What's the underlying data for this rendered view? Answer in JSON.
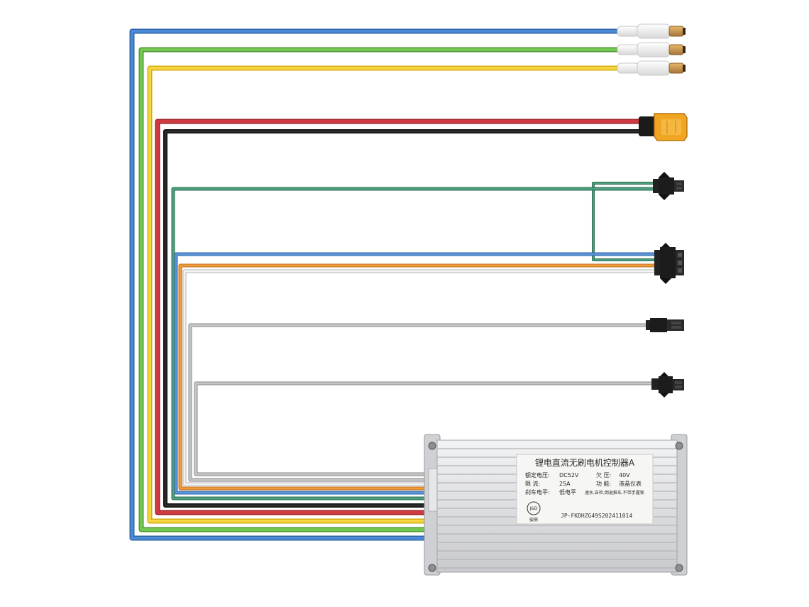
{
  "product": {
    "title": "锂电直流无刷电机控制器A",
    "rated_voltage_label": "额定电压:",
    "rated_voltage_value": "DC52V",
    "undervoltage_label": "欠 压:",
    "undervoltage_value": "40V",
    "current_label": "限 流:",
    "current_value": "25A",
    "function_label": "功 能:",
    "function_value": "液晶仪表",
    "brake_label": "刹车电平:",
    "brake_value": "低电平",
    "features": "速水,自检,倒退推车,不带手握锁",
    "serial": "JP-FKDHZG49S202411014",
    "logo_text": "J&D",
    "brand": "骏鼎"
  },
  "colors": {
    "blue": "#3d7cc9",
    "green": "#6cc04a",
    "yellow": "#f2cf2e",
    "red": "#c62f35",
    "black": "#222222",
    "teal": "#3f8d6c",
    "orange": "#e8902f",
    "white": "#ececec",
    "grey": "#a5a5a5",
    "connector_yellow": "#f0a623",
    "connector_black": "#1c1c1c",
    "housing": "#d9dadd"
  }
}
